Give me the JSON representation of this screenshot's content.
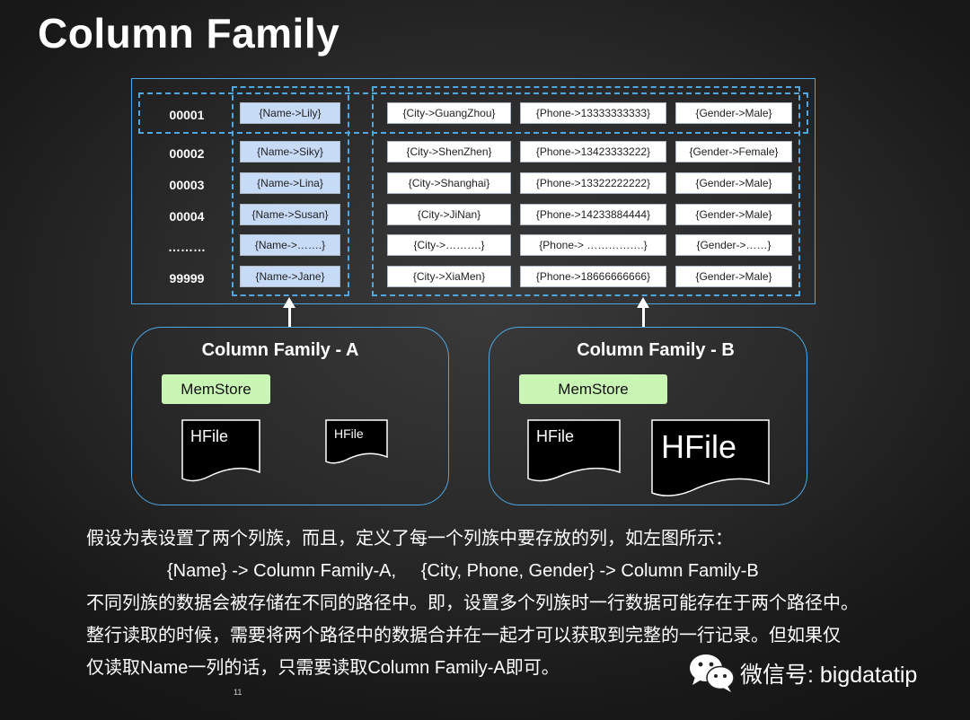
{
  "title": "Column Family",
  "rows": [
    {
      "key": "00001",
      "name": "{Name->Lily}",
      "city": "{City->GuangZhou}",
      "phone": "{Phone->13333333333}",
      "gender": "{Gender->Male}"
    },
    {
      "key": "00002",
      "name": "{Name->Siky}",
      "city": "{City->ShenZhen}",
      "phone": "{Phone->13423333222}",
      "gender": "{Gender->Female}"
    },
    {
      "key": "00003",
      "name": "{Name->Lina}",
      "city": "{City->Shanghai}",
      "phone": "{Phone->13322222222}",
      "gender": "{Gender->Male}"
    },
    {
      "key": "00004",
      "name": "{Name->Susan}",
      "city": "{City->JiNan}",
      "phone": "{Phone->14233884444}",
      "gender": "{Gender->Male}"
    },
    {
      "key": "………",
      "name": "{Name->…….}",
      "city": "{City->……….}",
      "phone": "{Phone-> …………….}",
      "gender": "{Gender->……}"
    },
    {
      "key": "99999",
      "name": "{Name->Jane}",
      "city": "{City->XiaMen}",
      "phone": "{Phone->18666666666}",
      "gender": "{Gender->Male}"
    }
  ],
  "families": {
    "a": {
      "title": "Column Family - A",
      "memstore": "MemStore",
      "hfile1": "HFile",
      "hfile2": "HFile"
    },
    "b": {
      "title": "Column Family - B",
      "memstore": "MemStore",
      "hfile1": "HFile",
      "hfile2": "HFile"
    }
  },
  "description": {
    "line1": "假设为表设置了两个列族，而且，定义了每一个列族中要存放的列，如左图所示：",
    "line2": "{Name} -> Column Family-A,     {City, Phone, Gender} -> Column Family-B",
    "line3": "不同列族的数据会被存储在不同的路径中。即，设置多个列族时一行数据可能存在于两个路径中。",
    "line4": "整行读取的时候，需要将两个路径中的数据合并在一起才可以获取到完整的一行记录。但如果仅",
    "line5": "仅读取Name一列的话，只需要读取Column Family-A即可。"
  },
  "page_number": "11",
  "watermark": {
    "icon": "wechat-icon",
    "text": "微信号: bigdatatip"
  },
  "colors": {
    "accent_blue": "#4ea7e0",
    "name_cell": "#c7daf6",
    "memstore": "#c9f5b5"
  }
}
